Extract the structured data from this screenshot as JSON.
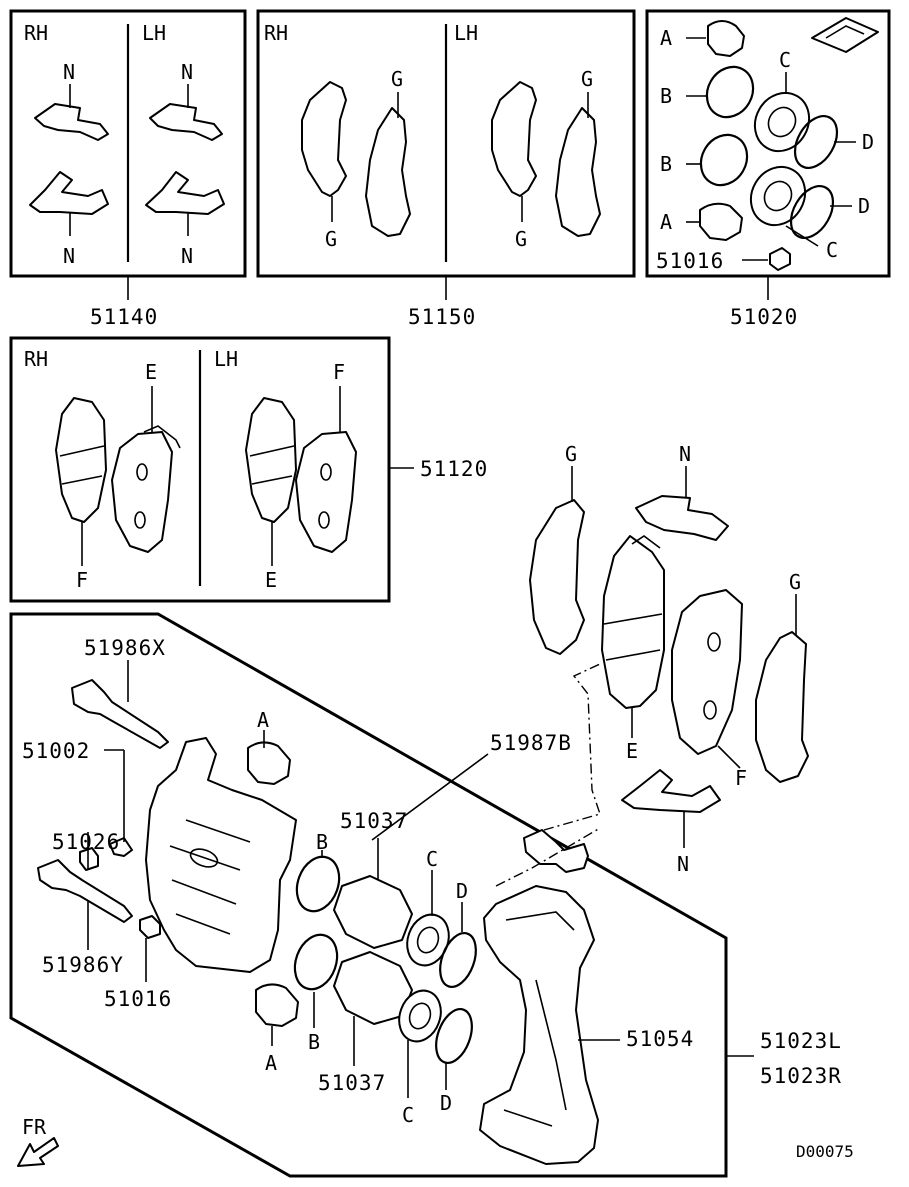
{
  "side_labels": {
    "rh": "RH",
    "lh": "LH"
  },
  "parts": {
    "clip_set": "51140",
    "shim_set": "51150",
    "seal_kit": "51020",
    "pad_set": "51120",
    "caliper_l": "51023L",
    "caliper_r": "51023R",
    "guide_pin_x": "51986X",
    "guide_pin_y": "51986Y",
    "bleeder": "51002",
    "bleeder_cap": "51026",
    "pin_bushing": "51016",
    "piston": "51037",
    "bolt": "51987B",
    "support": "51054"
  },
  "letters": {
    "a": "A",
    "b": "B",
    "c": "C",
    "d": "D",
    "e": "E",
    "f": "F",
    "g": "G",
    "n": "N"
  },
  "front_marker": "FR",
  "drawing_code": "D00075"
}
